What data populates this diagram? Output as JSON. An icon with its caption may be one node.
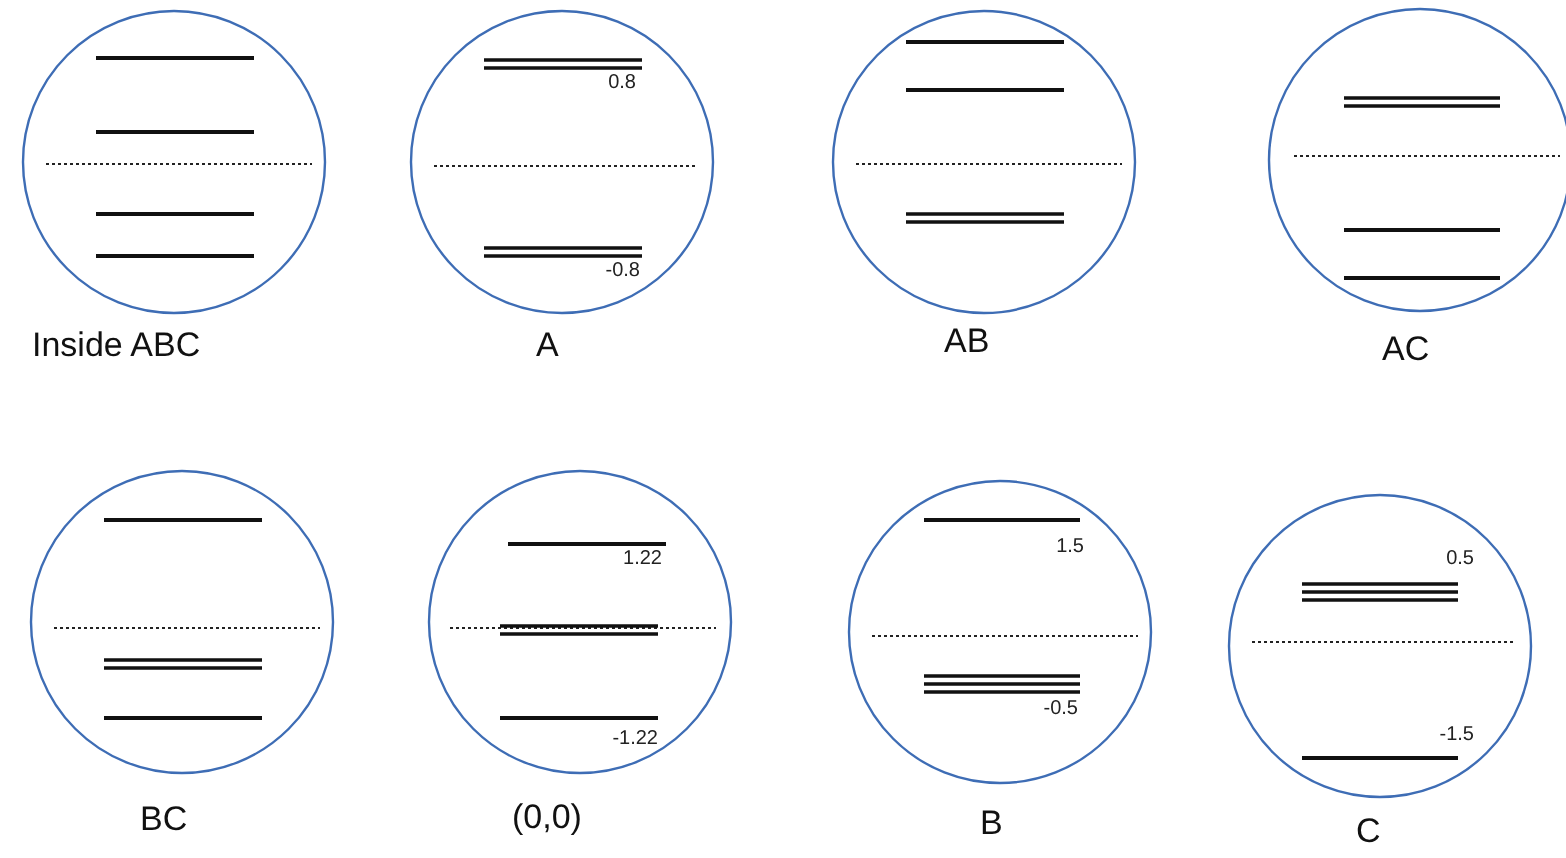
{
  "diagram": {
    "nodes": [
      {
        "text": [
          "Inside ABC"
        ]
      },
      {
        "text": [
          "0.8",
          "-0.8",
          "A"
        ]
      },
      {
        "text": [
          "AB"
        ]
      },
      {
        "text": [
          "AC"
        ]
      },
      {
        "text": [
          "BC"
        ]
      },
      {
        "text": [
          "1.22",
          "-1.22",
          "(0,0)"
        ]
      },
      {
        "text": [
          "1.5",
          "-0.5",
          "B"
        ]
      },
      {
        "text": [
          "0.5",
          "-1.5",
          "C"
        ]
      }
    ]
  }
}
